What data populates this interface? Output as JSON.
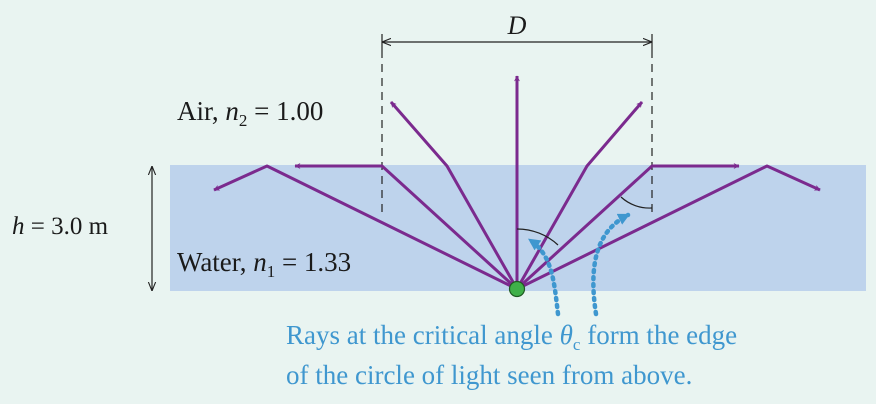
{
  "colors": {
    "background": "#e9f4f1",
    "water": "#bed3ec",
    "ray": "#7b2a8e",
    "source": "#3fb049",
    "annotation": "#3f97cf",
    "dimension": "#222222"
  },
  "labels": {
    "d_label": "D",
    "air_text": "Air, ",
    "air_symbol": "n",
    "air_subscript": "2",
    "air_value": " = 1.00",
    "water_text": "Water, ",
    "water_symbol": "n",
    "water_subscript": "1",
    "water_value": " = 1.33",
    "h_symbol": "h",
    "h_value": " = 3.0 m"
  },
  "caption": {
    "line1_pre": "Rays at the critical angle ",
    "theta": "θ",
    "theta_subscript": "c",
    "line1_post": " form the edge",
    "line2": "of the circle of light seen from above."
  },
  "icons": {
    "source": "light-source-dot",
    "arrows": "ray-arrowheads"
  }
}
